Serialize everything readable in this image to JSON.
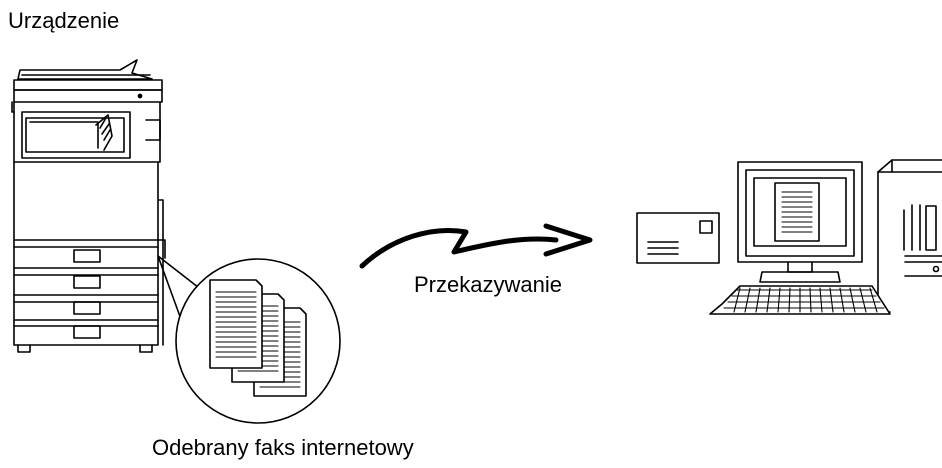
{
  "labels": {
    "device": "Urządzenie",
    "forwarding": "Przekazywanie",
    "received_fax": "Odebrany faks internetowy"
  },
  "icons": {
    "device": "mfp-printer-icon",
    "documents": "document-stack-icon",
    "arrow": "forward-arrow-icon",
    "envelope": "envelope-icon",
    "computer": "desktop-computer-icon"
  }
}
